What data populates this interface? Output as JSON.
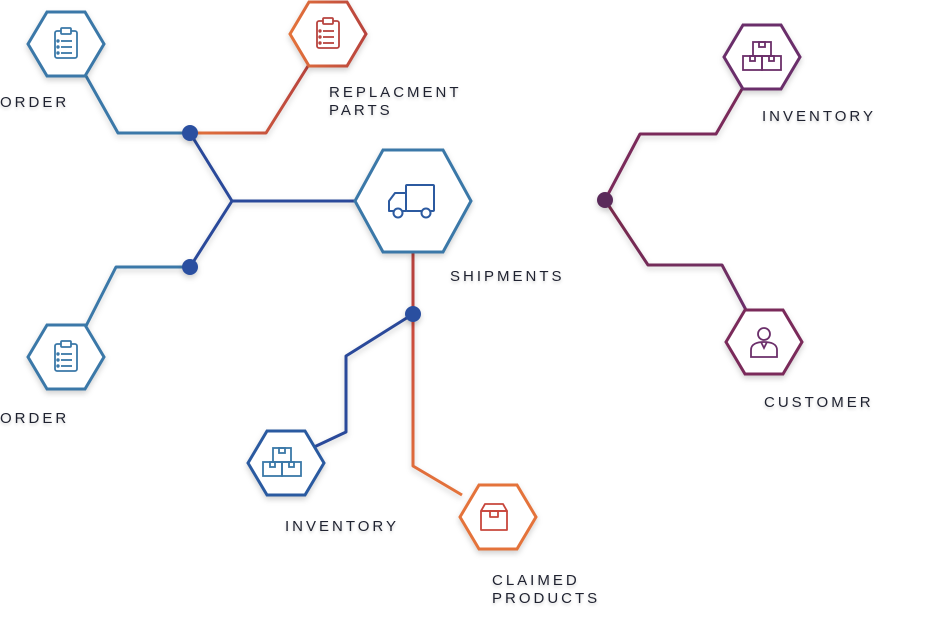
{
  "nodes": {
    "shipments": {
      "label": "SHIPMENTS",
      "icon": "truck-icon"
    },
    "order_top": {
      "label": "ORDER",
      "icon": "clipboard-icon"
    },
    "order_bottom": {
      "label": "ORDER",
      "icon": "clipboard-icon"
    },
    "replacement": {
      "label_line1": "REPLACMENT",
      "label_line2": "PARTS",
      "icon": "clipboard-icon"
    },
    "inventory_right": {
      "label": "INVENTORY",
      "icon": "boxes-icon"
    },
    "customer": {
      "label": "CUSTOMER",
      "icon": "person-icon"
    },
    "inventory_bottom": {
      "label": "INVENTORY",
      "icon": "boxes-icon"
    },
    "claimed": {
      "label_line1": "CLAIMED",
      "label_line2": "PRODUCTS",
      "icon": "box-icon"
    }
  },
  "colors": {
    "blue": "#2c5aa0",
    "teal": "#3a78a8",
    "navy": "#2a4a9a",
    "orange": "#e4733a",
    "red": "#b8433e",
    "plum": "#6a2a5a",
    "magenta": "#8a2a5a",
    "purple": "#6b2f6a"
  }
}
